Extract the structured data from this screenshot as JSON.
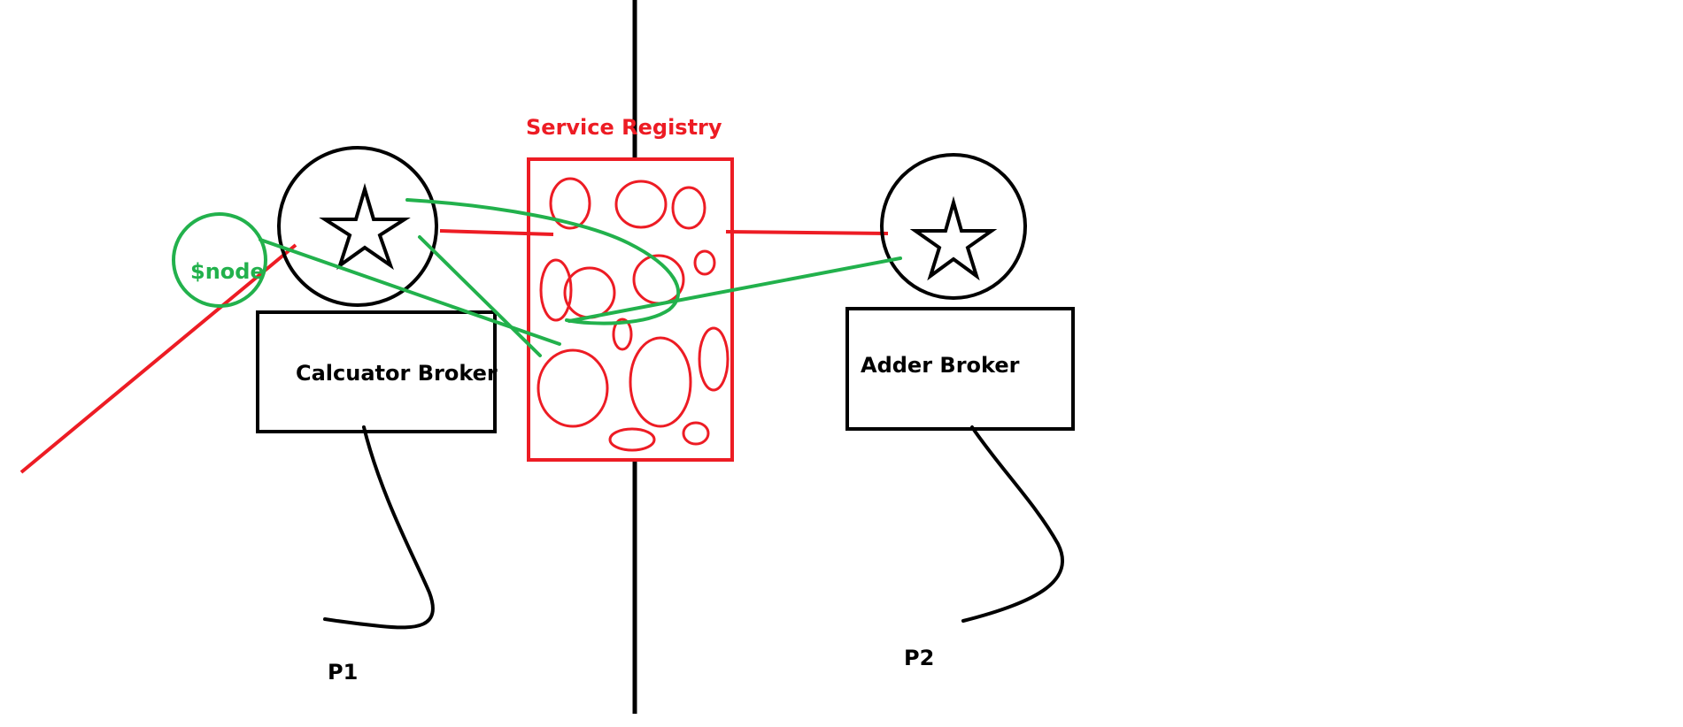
{
  "colors": {
    "ink": "#000000",
    "registry": "#ed1c24",
    "connection": "#22b14c"
  },
  "labels": {
    "service_registry": "Service Registry",
    "node": "$node",
    "calculator_broker": "Calcuator Broker",
    "adder_broker": "Adder Broker",
    "p1": "P1",
    "p2": "P2"
  },
  "icons": {
    "broker_service": "star-icon"
  }
}
